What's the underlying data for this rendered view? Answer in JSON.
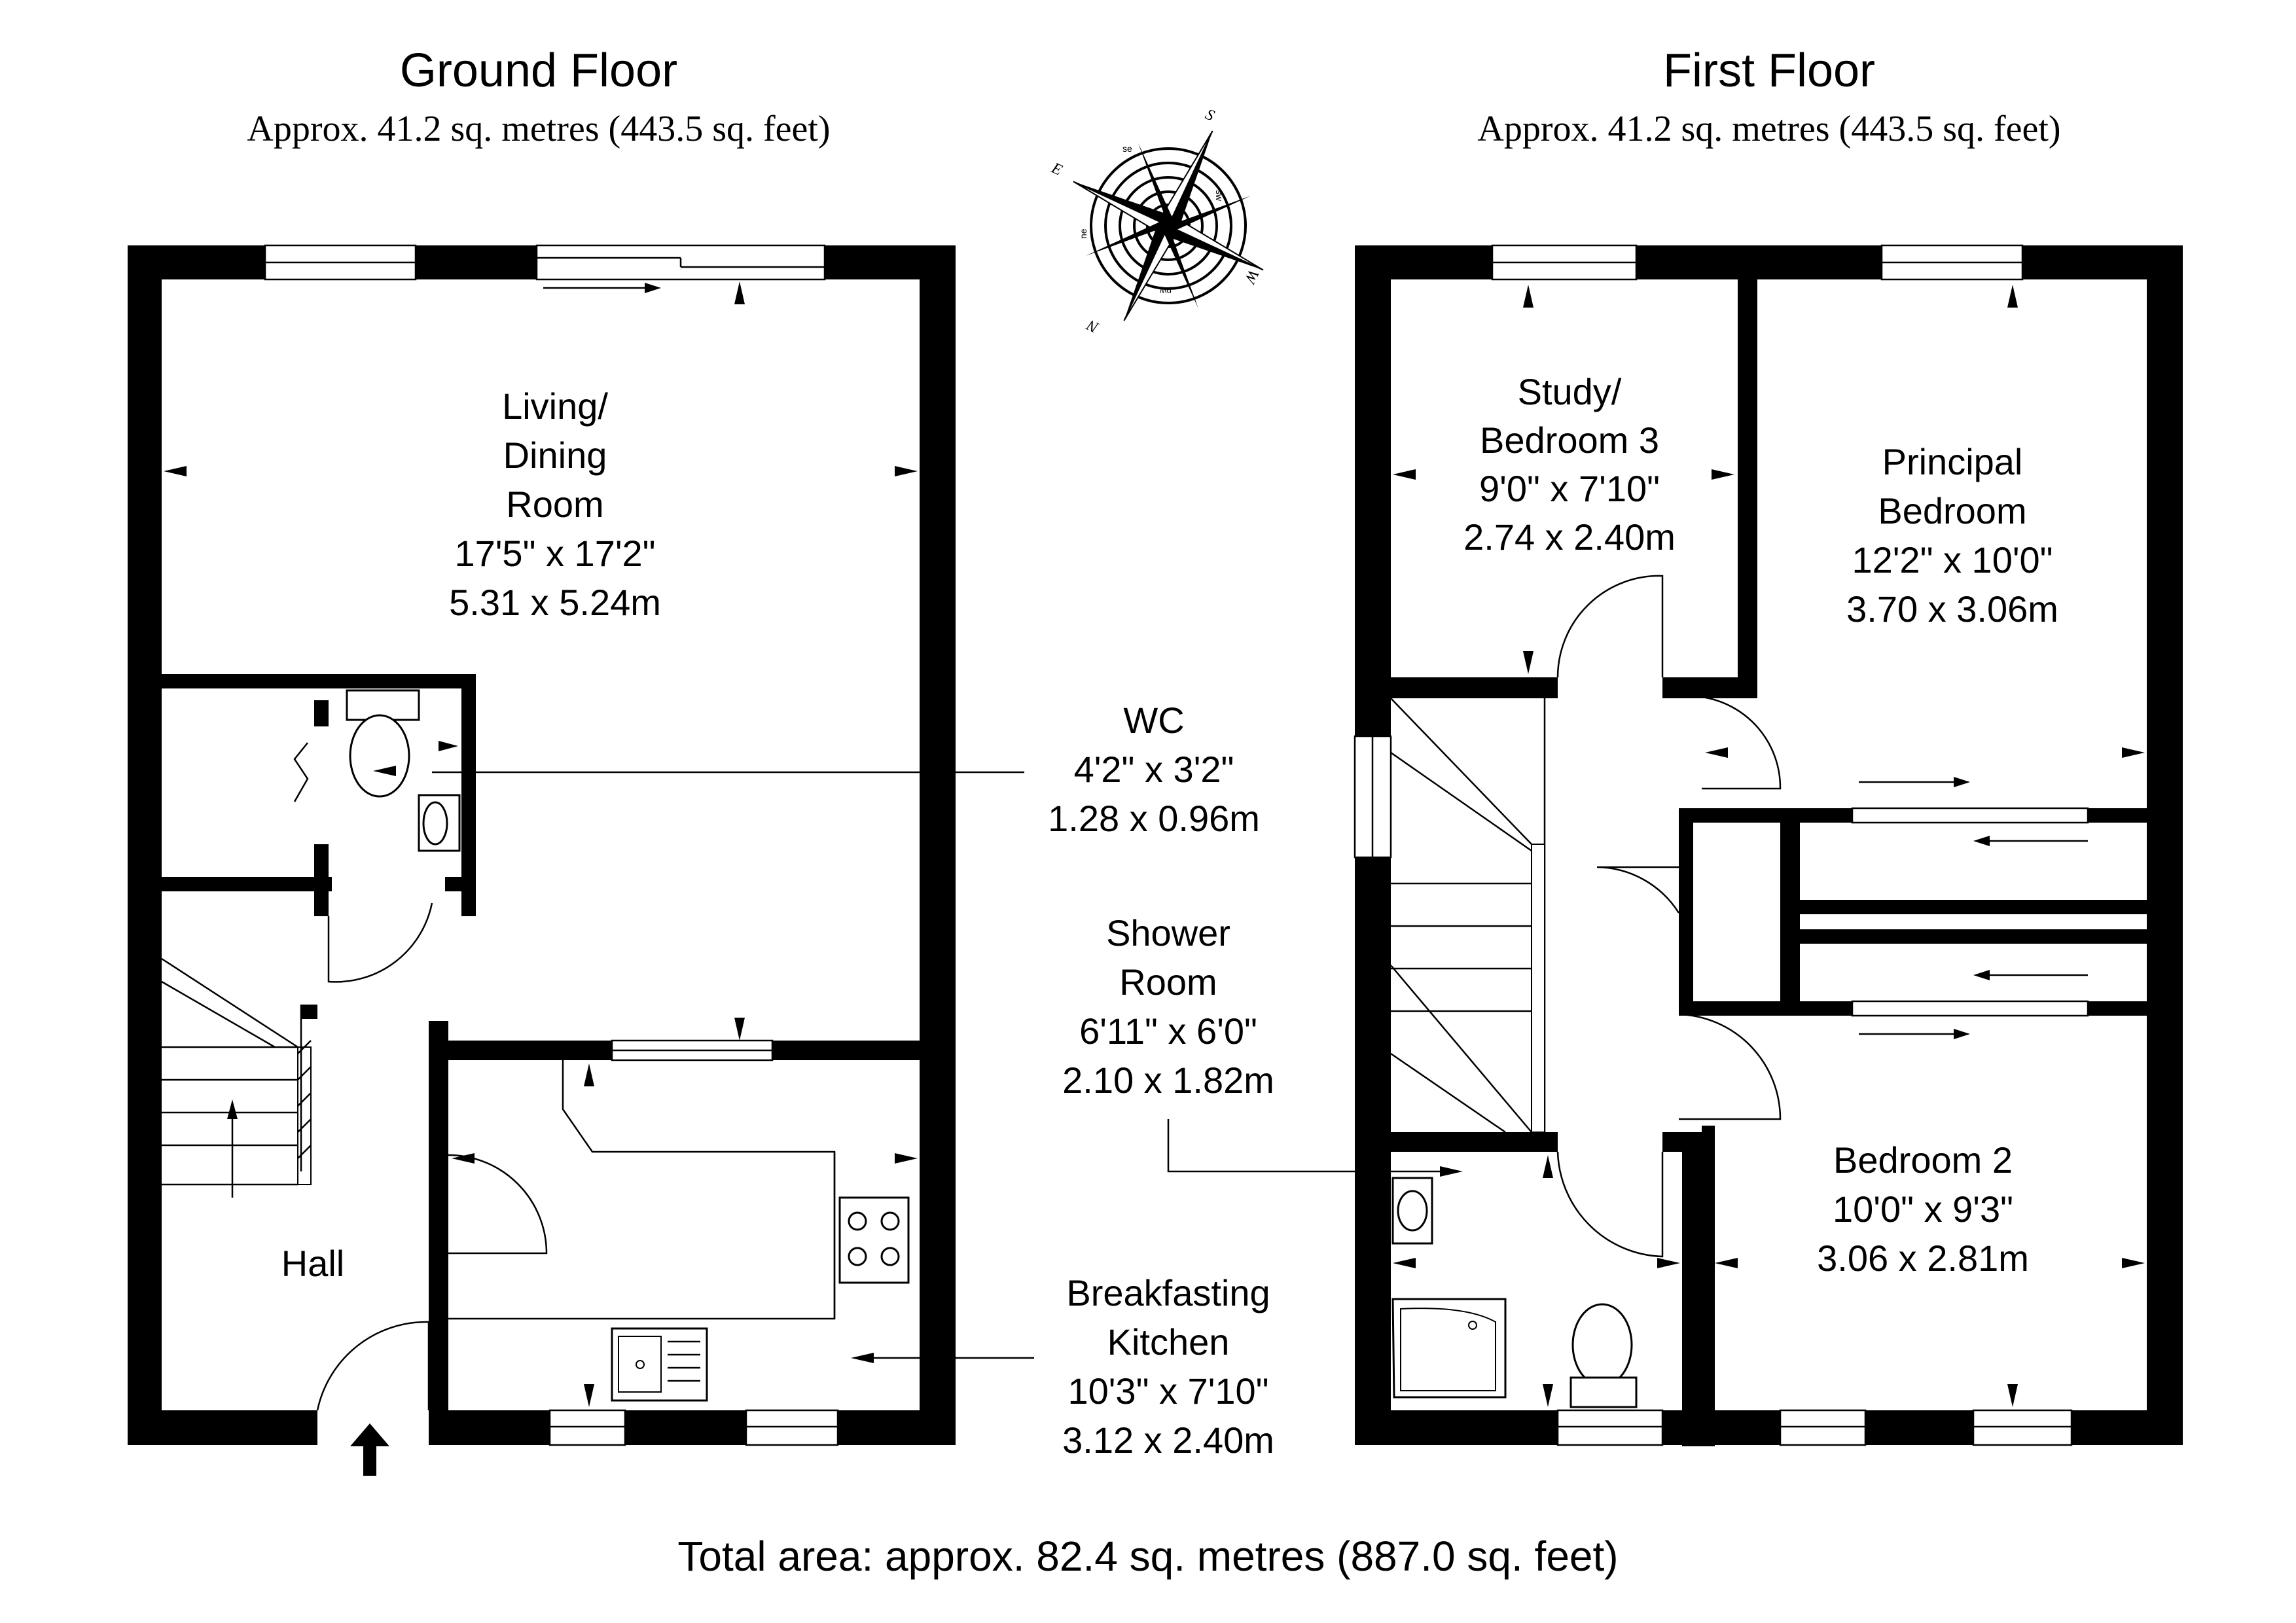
{
  "ground_floor": {
    "title": "Ground Floor",
    "area": "Approx. 41.2 sq. metres (443.5 sq. feet)"
  },
  "first_floor": {
    "title": "First Floor",
    "area": "Approx. 41.2 sq. metres (443.5 sq. feet)"
  },
  "rooms": {
    "living": {
      "line1": "Living/",
      "line2": "Dining",
      "line3": "Room",
      "imperial": "17'5\" x 17'2\"",
      "metric": "5.31 x 5.24m"
    },
    "wc": {
      "name": "WC",
      "imperial": "4'2\" x 3'2\"",
      "metric": "1.28 x 0.96m"
    },
    "shower": {
      "line1": "Shower",
      "line2": "Room",
      "imperial": "6'11\" x 6'0\"",
      "metric": "2.10 x 1.82m"
    },
    "kitchen": {
      "line1": "Breakfasting",
      "line2": "Kitchen",
      "imperial": "10'3\" x 7'10\"",
      "metric": "3.12 x 2.40m"
    },
    "hall": {
      "name": "Hall"
    },
    "study": {
      "line1": "Study/",
      "line2": "Bedroom 3",
      "imperial": "9'0\" x 7'10\"",
      "metric": "2.74 x 2.40m"
    },
    "principal": {
      "line1": "Principal",
      "line2": "Bedroom",
      "imperial": "12'2\" x 10'0\"",
      "metric": "3.70 x 3.06m"
    },
    "bedroom2": {
      "name": "Bedroom 2",
      "imperial": "10'0\" x 9'3\"",
      "metric": "3.06 x 2.81m"
    }
  },
  "compass": {
    "n": "N",
    "s": "S",
    "e": "E",
    "w": "W",
    "se": "se",
    "sw": "sw",
    "ne": "ne",
    "nw": "nw"
  },
  "total_area": "Total area: approx. 82.4 sq. metres (887.0 sq. feet)"
}
